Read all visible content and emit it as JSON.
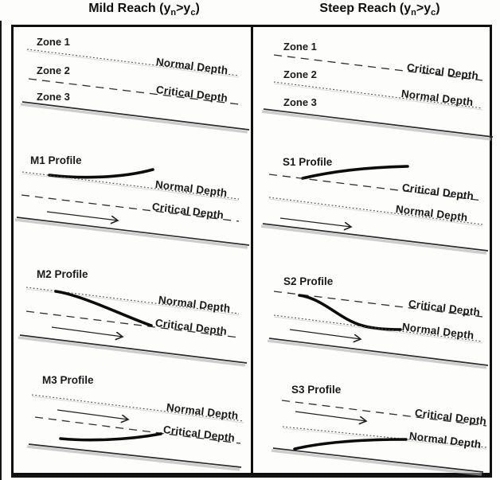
{
  "titles": {
    "left": {
      "text": "Mild Reach (y",
      "sub_n": "n",
      "middle": ">y",
      "sub_c": "c",
      "close": ")"
    },
    "right": {
      "text": "Steep Reach (y",
      "sub_n": "n",
      "middle": ">y",
      "sub_c": "c",
      "close": ")"
    }
  },
  "panels": {
    "mild_zones": {
      "zone1": "Zone 1",
      "zone2": "Zone 2",
      "zone3": "Zone 3",
      "line1": "Normal Depth",
      "line2": "Critical Depth"
    },
    "steep_zones": {
      "zone1": "Zone 1",
      "zone2": "Zone 2",
      "zone3": "Zone 3",
      "line1": "Critical Depth",
      "line2": "Normal Depth"
    },
    "m1": {
      "title": "M1 Profile",
      "line1": "Normal Depth",
      "line2": "Critical Depth"
    },
    "s1": {
      "title": "S1 Profile",
      "line1": "Critical Depth",
      "line2": "Normal Depth"
    },
    "m2": {
      "title": "M2 Profile",
      "line1": "Normal Depth",
      "line2": "Critical Depth"
    },
    "s2": {
      "title": "S2 Profile",
      "line1": "Critical Depth",
      "line2": "Normal Depth"
    },
    "m3": {
      "title": "M3 Profile",
      "line1": "Normal Depth",
      "line2": "Critical Depth"
    },
    "s3": {
      "title": "S3 Profile",
      "line1": "Critical Depth",
      "line2": "Normal Depth"
    }
  },
  "colors": {
    "border": "#101010",
    "ink": "#1a1a1a",
    "profile_curve": "#0c0c0c",
    "depth_line": "#3d3d3d",
    "bed_shadow": "#aeaeae",
    "background": "#ffffff"
  }
}
